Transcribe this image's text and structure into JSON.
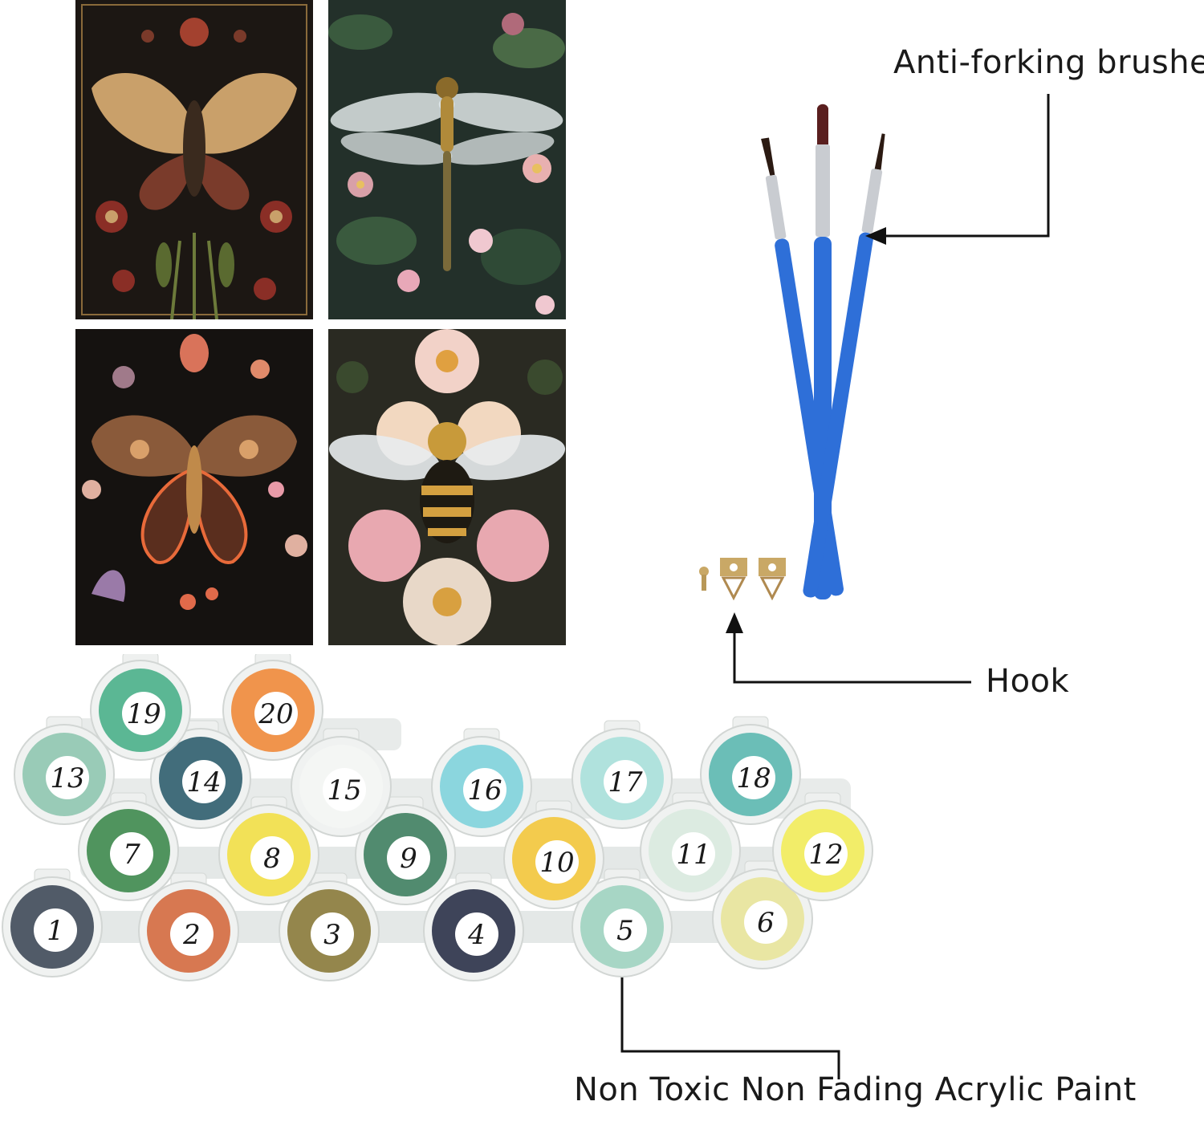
{
  "labels": {
    "brushes": "Anti-forking brushes",
    "hook": "Hook",
    "paint": "Non Toxic Non Fading Acrylic Paint"
  },
  "paintings": [
    {
      "subject": "moth",
      "bg": "#1c1713"
    },
    {
      "subject": "dragonfly",
      "bg": "#23302a"
    },
    {
      "subject": "butterfly",
      "bg": "#151210"
    },
    {
      "subject": "bee",
      "bg": "#2a2a22"
    }
  ],
  "paint_pots": [
    {
      "number": "1",
      "color": "#3f4a59"
    },
    {
      "number": "2",
      "color": "#d46a3f"
    },
    {
      "number": "3",
      "color": "#8a7a3a"
    },
    {
      "number": "4",
      "color": "#2a3148"
    },
    {
      "number": "5",
      "color": "#9fd3c0"
    },
    {
      "number": "6",
      "color": "#e8e49a"
    },
    {
      "number": "7",
      "color": "#3e8a4e"
    },
    {
      "number": "8",
      "color": "#f2df46"
    },
    {
      "number": "9",
      "color": "#3f7f60"
    },
    {
      "number": "10",
      "color": "#f3c63b"
    },
    {
      "number": "11",
      "color": "#d9eadf"
    },
    {
      "number": "12",
      "color": "#f2ec5a"
    },
    {
      "number": "13",
      "color": "#8fc7b0"
    },
    {
      "number": "14",
      "color": "#2f5e6e"
    },
    {
      "number": "15",
      "color": "#f4f6f4"
    },
    {
      "number": "16",
      "color": "#7fd3dc"
    },
    {
      "number": "17",
      "color": "#a8e0da"
    },
    {
      "number": "18",
      "color": "#5cb8b0"
    },
    {
      "number": "19",
      "color": "#4ab08a"
    },
    {
      "number": "20",
      "color": "#f08a3a"
    }
  ],
  "colors": {
    "brush_handle": "#2e6fd8",
    "brush_ferrule": "#c9ccd1",
    "hook_metal": "#c9a866"
  }
}
